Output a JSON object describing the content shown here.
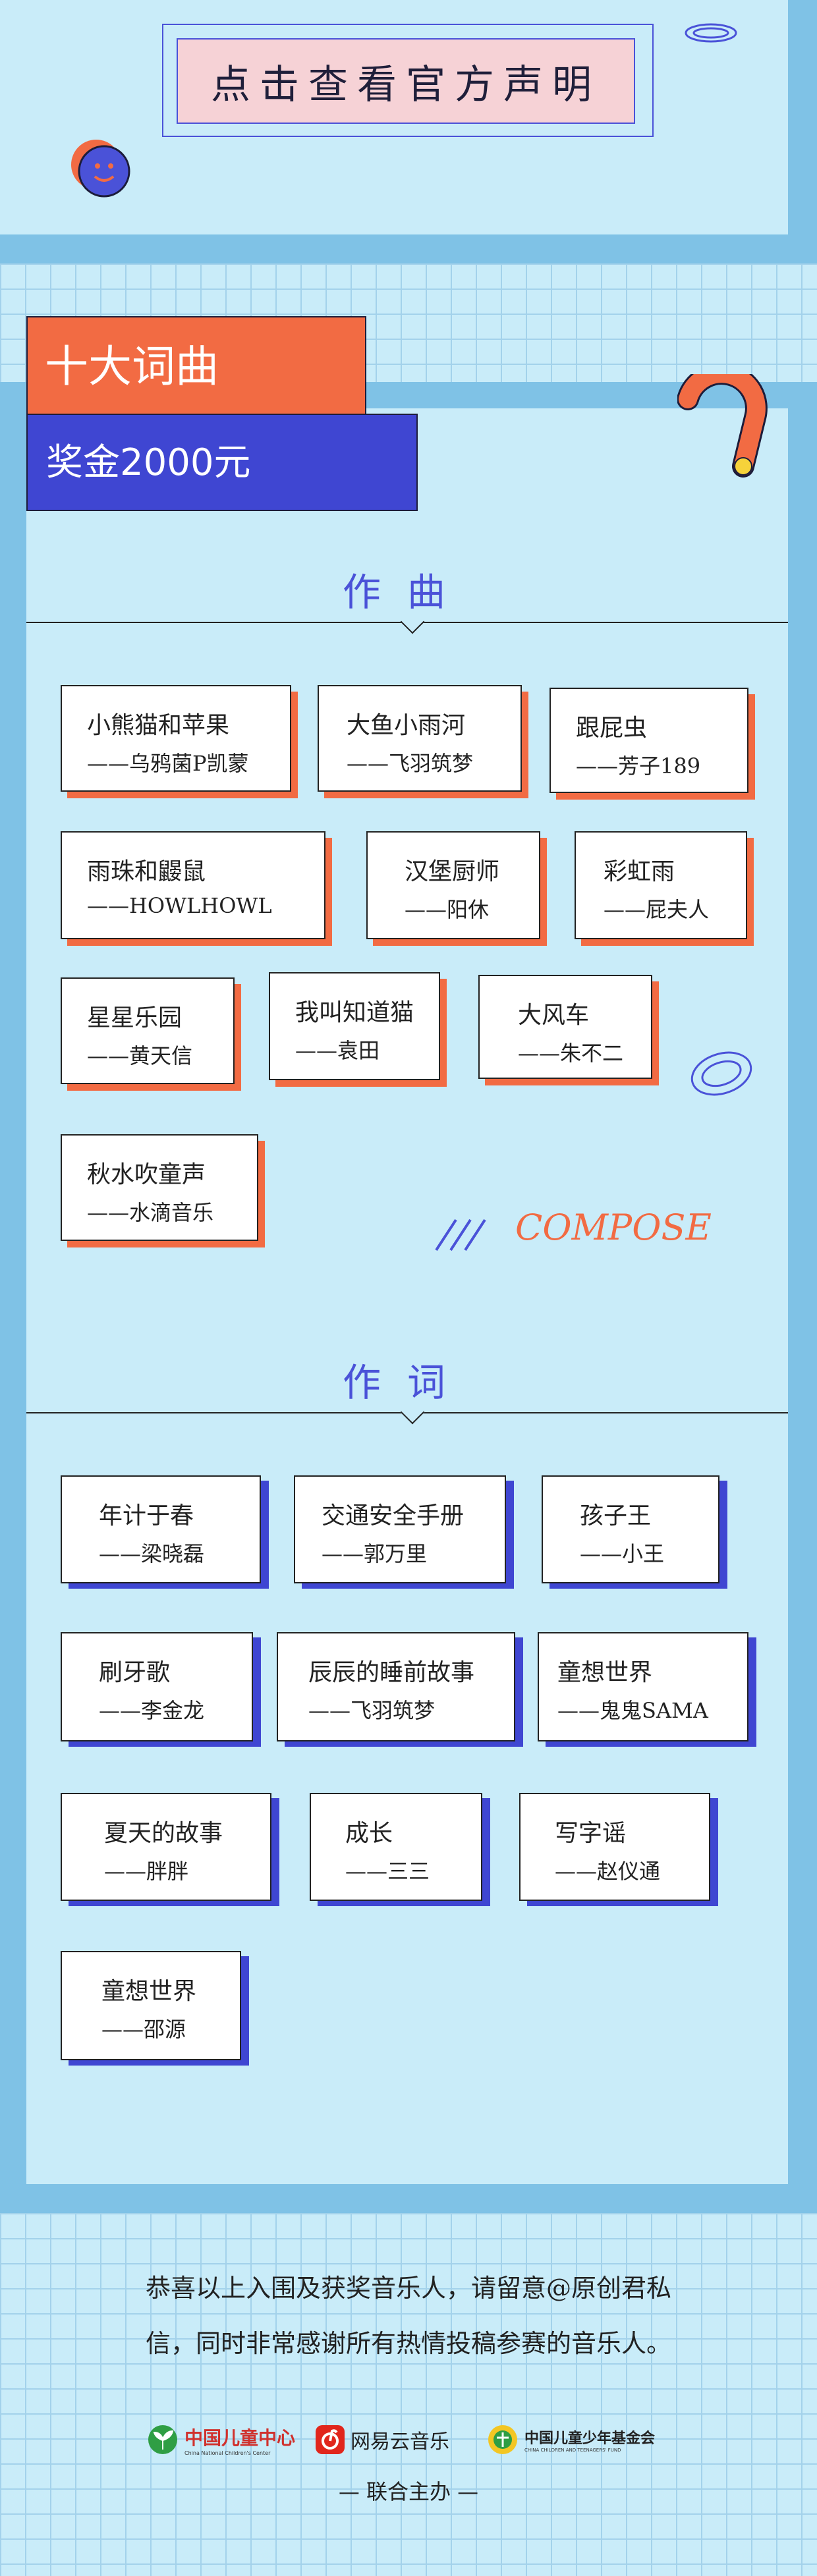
{
  "notice": {
    "button_label": "点击查看官方声明"
  },
  "award": {
    "title": "十大词曲",
    "prize": "奖金2000元"
  },
  "compose_section": {
    "title": "作曲",
    "decor_text": "COMPOSE",
    "items": [
      {
        "title": "小熊猫和苹果",
        "author": "——乌鸦菌P凯蒙"
      },
      {
        "title": "大鱼小雨河",
        "author": "——飞羽筑梦"
      },
      {
        "title": "跟屁虫",
        "author": "——芳子189"
      },
      {
        "title": "雨珠和鼹鼠",
        "author": "——HOWLHOWL"
      },
      {
        "title": "汉堡厨师",
        "author": "——阳休"
      },
      {
        "title": "彩虹雨",
        "author": "——屁夫人"
      },
      {
        "title": "星星乐园",
        "author": "——黄天信"
      },
      {
        "title": "我叫知道猫",
        "author": "——袁田"
      },
      {
        "title": "大风车",
        "author": "——朱不二"
      },
      {
        "title": "秋水吹童声",
        "author": "——水滴音乐"
      }
    ]
  },
  "lyrics_section": {
    "title": "作词",
    "items": [
      {
        "title": "年计于春",
        "author": "——梁晓磊"
      },
      {
        "title": "交通安全手册",
        "author": "——郭万里"
      },
      {
        "title": "孩子王",
        "author": "——小王"
      },
      {
        "title": "刷牙歌",
        "author": "——李金龙"
      },
      {
        "title": "辰辰的睡前故事",
        "author": "——飞羽筑梦"
      },
      {
        "title": "童想世界",
        "author": "——鬼鬼SAMA"
      },
      {
        "title": "夏天的故事",
        "author": "——胖胖"
      },
      {
        "title": "成长",
        "author": "——三三"
      },
      {
        "title": "写字谣",
        "author": "——赵仪通"
      },
      {
        "title": "童想世界",
        "author": "——邵源"
      }
    ]
  },
  "footer": {
    "message_line1": "恭喜以上入围及获奖音乐人，请留意@原创君私",
    "message_line2": "信，同时非常感谢所有热情投稿参赛的音乐人。",
    "logos": [
      {
        "name": "中国儿童中心",
        "sub": "China National Children's Center",
        "icon": "sprout-icon"
      },
      {
        "name": "网易云音乐",
        "icon": "netease-music-icon"
      },
      {
        "name": "中国儿童少年基金会",
        "sub": "CHINA CHILDREN AND TEENAGERS' FUND",
        "icon": "foundation-icon"
      }
    ],
    "organizer": "— 联合主办 —"
  },
  "colors": {
    "orange": "#f26b43",
    "blue": "#3f46d2",
    "sky": "#c9ecf9",
    "pink": "#f6d2d6"
  }
}
